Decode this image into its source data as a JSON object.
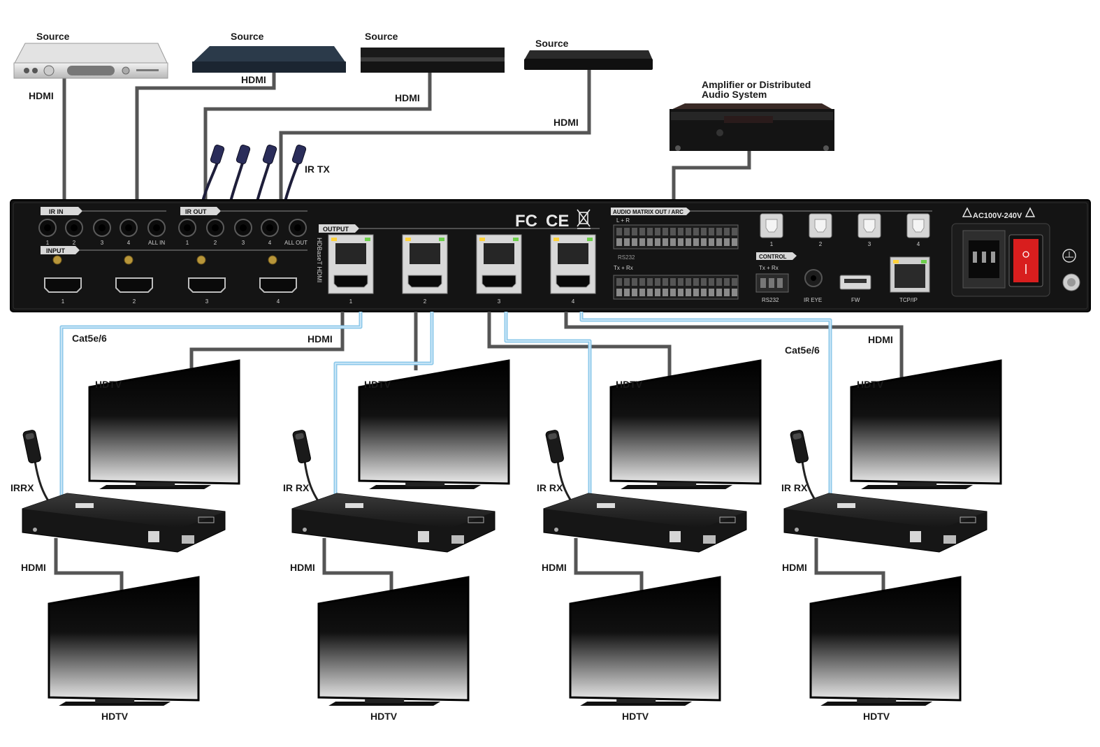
{
  "sources": {
    "source_1": "Source",
    "source_2": "Source",
    "source_3": "Source",
    "source_4": "Source"
  },
  "amplifier": {
    "line1": "Amplifier or Distributed",
    "line2": "Audio System"
  },
  "cable_labels": {
    "hdmi": "HDMI",
    "cat": "Cat5e/6",
    "ir_tx": "IR TX",
    "irrx": "IRRX",
    "ir_rx": "IR RX",
    "hdtv": "HDTV"
  },
  "panel": {
    "ir_in": "IR IN",
    "ir_out": "IR OUT",
    "input": "INPUT",
    "output": "OUTPUT",
    "hdbaset_hdmi": "HDBaseT HDMI",
    "all_in": "ALL IN",
    "all_out": "ALL OUT",
    "port_nums": [
      "1",
      "2",
      "3",
      "4"
    ],
    "audio_matrix": "AUDIO MATRIX OUT / ARC",
    "l_r": "L + R",
    "rs232_tag": "RS232",
    "tx_rx": "Tx + Rx",
    "control": "CONTROL",
    "rs232": "RS232",
    "ir_eye": "IR EYE",
    "fw": "FW",
    "tcp_ip": "TCP/IP",
    "power": "AC100V-240V",
    "fc": "FC",
    "ce": "CE"
  },
  "colors": {
    "hdmi_cable": "#555555",
    "cat_cable": "#8cc8ea",
    "panel": "#141414",
    "power_switch": "#d81e1e"
  }
}
